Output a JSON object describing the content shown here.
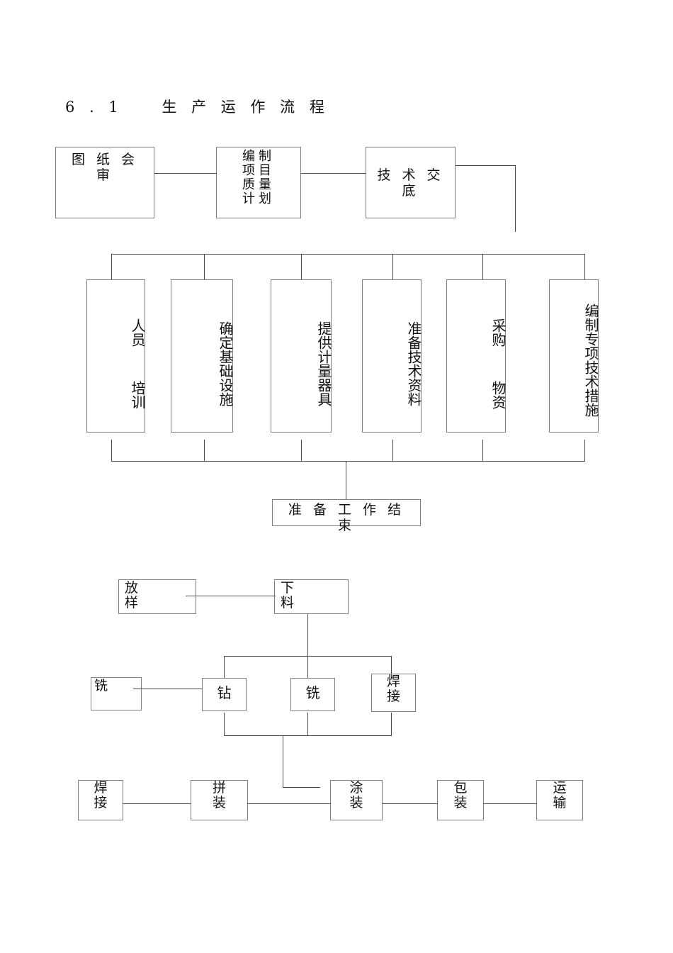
{
  "document": {
    "section_number": "6 . 1",
    "section_title": "生 产 运 作 流 程",
    "heading": "6 . 1    生 产 运 作 流 程"
  },
  "flowchart": {
    "stage_1_preparation": {
      "top_row": [
        {
          "id": "drawing-review",
          "label": "图 纸 会 审",
          "orientation": "horizontal"
        },
        {
          "id": "quality-plan",
          "label": "编制\n项目\n质量\n计划",
          "orientation": "horizontal"
        },
        {
          "id": "technical-disclosure",
          "label": "技 术 交 底",
          "orientation": "horizontal"
        }
      ],
      "parallel_tasks": [
        {
          "id": "personnel-training",
          "label": "人员  培训",
          "orientation": "vertical"
        },
        {
          "id": "confirm-infrastructure",
          "label": "确定基础设施",
          "orientation": "vertical"
        },
        {
          "id": "provide-measuring-instruments",
          "label": "提供计量器具",
          "orientation": "vertical"
        },
        {
          "id": "prepare-technical-data",
          "label": "准备技术资料",
          "orientation": "vertical"
        },
        {
          "id": "procure-materials",
          "label": "采购  物资",
          "orientation": "vertical"
        },
        {
          "id": "special-technical-measures",
          "label": "编制专项技术措施",
          "orientation": "vertical"
        }
      ],
      "terminal": {
        "id": "preparation-complete",
        "label": "准 备 工 作 结 束",
        "orientation": "horizontal"
      }
    },
    "stage_2_production": {
      "row_1": [
        {
          "id": "layout-marking",
          "label": "放\n样"
        },
        {
          "id": "material-cutting",
          "label": "下\n料"
        }
      ],
      "row_2_side": {
        "id": "milling-side",
        "label": "铣"
      },
      "row_2": [
        {
          "id": "drilling",
          "label": "钻"
        },
        {
          "id": "milling",
          "label": "铣"
        },
        {
          "id": "welding-sub",
          "label": "焊\n接"
        }
      ],
      "row_3": [
        {
          "id": "welding",
          "label": "焊\n接"
        },
        {
          "id": "assembly",
          "label": "拼\n装"
        },
        {
          "id": "coating",
          "label": "涂\n装"
        },
        {
          "id": "packaging",
          "label": "包\n装"
        },
        {
          "id": "transport",
          "label": "运\n输"
        }
      ]
    }
  },
  "style": {
    "line_color": "#4a4a4a",
    "border_color": "#808080",
    "text_color": "#111111",
    "background": "#ffffff"
  }
}
